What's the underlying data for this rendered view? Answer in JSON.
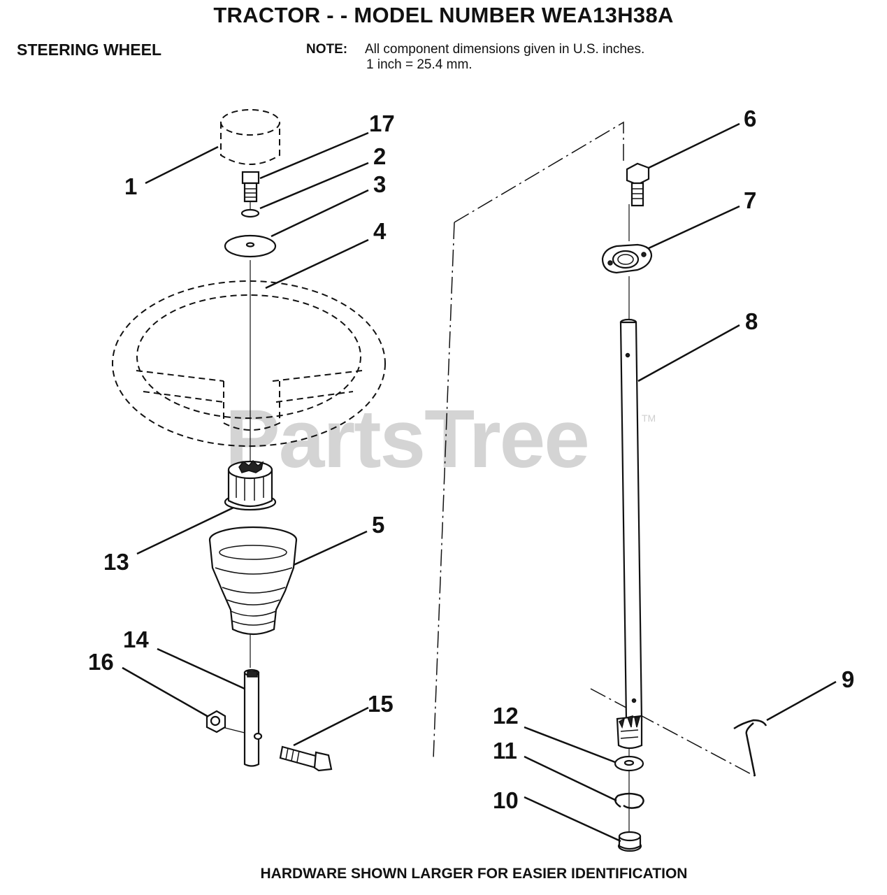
{
  "header": {
    "title": "TRACTOR - - MODEL NUMBER WEA13H38A",
    "section": "STEERING WHEEL",
    "note_label": "NOTE:",
    "note_line1": "All component dimensions given in U.S. inches.",
    "note_line2": "1 inch = 25.4 mm."
  },
  "footer": "HARDWARE SHOWN LARGER FOR EASIER IDENTIFICATION",
  "watermark": {
    "text": "PartsTree",
    "tm": "TM"
  },
  "callouts": [
    {
      "id": "1",
      "label": "1"
    },
    {
      "id": "2",
      "label": "2"
    },
    {
      "id": "3",
      "label": "3"
    },
    {
      "id": "4",
      "label": "4"
    },
    {
      "id": "5",
      "label": "5"
    },
    {
      "id": "6",
      "label": "6"
    },
    {
      "id": "7",
      "label": "7"
    },
    {
      "id": "8",
      "label": "8"
    },
    {
      "id": "9",
      "label": "9"
    },
    {
      "id": "10",
      "label": "10"
    },
    {
      "id": "11",
      "label": "11"
    },
    {
      "id": "12",
      "label": "12"
    },
    {
      "id": "13",
      "label": "13"
    },
    {
      "id": "14",
      "label": "14"
    },
    {
      "id": "15",
      "label": "15"
    },
    {
      "id": "16",
      "label": "16"
    },
    {
      "id": "17",
      "label": "17"
    }
  ]
}
